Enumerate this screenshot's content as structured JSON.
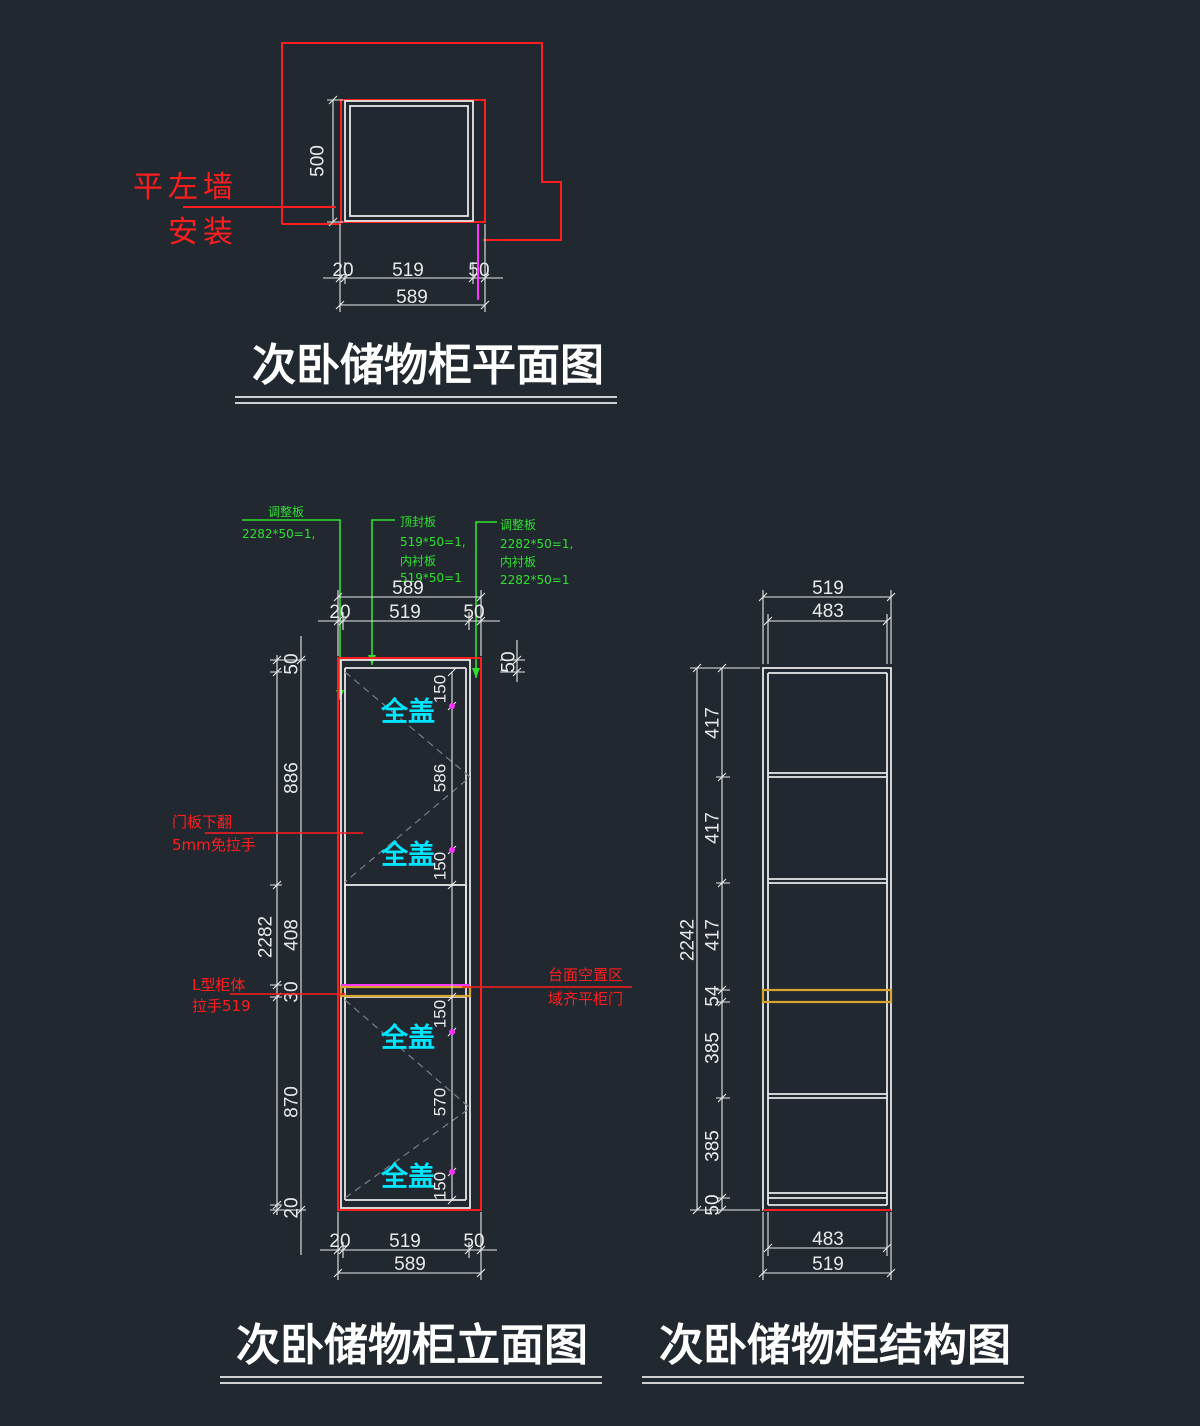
{
  "colors": {
    "background": "#212830",
    "line": "#e8e8e8",
    "red": "#ff1e1e",
    "green": "#2fe02f",
    "cyan": "#00e5ff",
    "magenta": "#ff33ff",
    "yellow": "#d8a62c",
    "hidden": "#7a7f86"
  },
  "plan": {
    "title": "次卧储物柜平面图",
    "note": {
      "line1": "平左墙",
      "line2": "安装"
    },
    "dims": {
      "depth": "500",
      "left": "20",
      "width": "519",
      "right": "50",
      "total": "589"
    }
  },
  "elevation": {
    "title": "次卧储物柜立面图",
    "callouts": {
      "left_panel": {
        "name": "调整板",
        "size": "2282*50=1,"
      },
      "top_panel": {
        "name": "顶封板",
        "size": "519*50=1,",
        "lining_name": "内衬板",
        "lining_size": "519*50=1"
      },
      "right_panel": {
        "name": "调整板",
        "size": "2282*50=1,",
        "lining_name": "内衬板",
        "lining_size": "2282*50=1"
      }
    },
    "notes": {
      "door": {
        "line1": "门板下翻",
        "line2": "5mm免拉手"
      },
      "body": {
        "line1": "L型柜体",
        "line2": "拉手519"
      },
      "counter": {
        "line1": "台面空置区",
        "line2": "域齐平柜门"
      }
    },
    "door_labels": [
      "全盖",
      "全盖",
      "全盖",
      "全盖"
    ],
    "dims": {
      "top_total": "589",
      "top_left": "20",
      "top_width": "519",
      "top_right": "50",
      "top_right_height": "50",
      "height_total": "2282",
      "height_chain": [
        "50",
        "886",
        "408",
        "30",
        "870",
        "20"
      ],
      "door_chain": [
        "150",
        "586",
        "150",
        "150",
        "570",
        "150"
      ],
      "bottom_left": "20",
      "bottom_width": "519",
      "bottom_right": "50",
      "bottom_total": "589"
    }
  },
  "structure": {
    "title": "次卧储物柜结构图",
    "dims": {
      "top_outer": "519",
      "top_inner": "483",
      "height_total": "2242",
      "height_chain": [
        "417",
        "417",
        "417",
        "54",
        "385",
        "385",
        "50"
      ],
      "bottom_inner": "483",
      "bottom_outer": "519"
    }
  }
}
